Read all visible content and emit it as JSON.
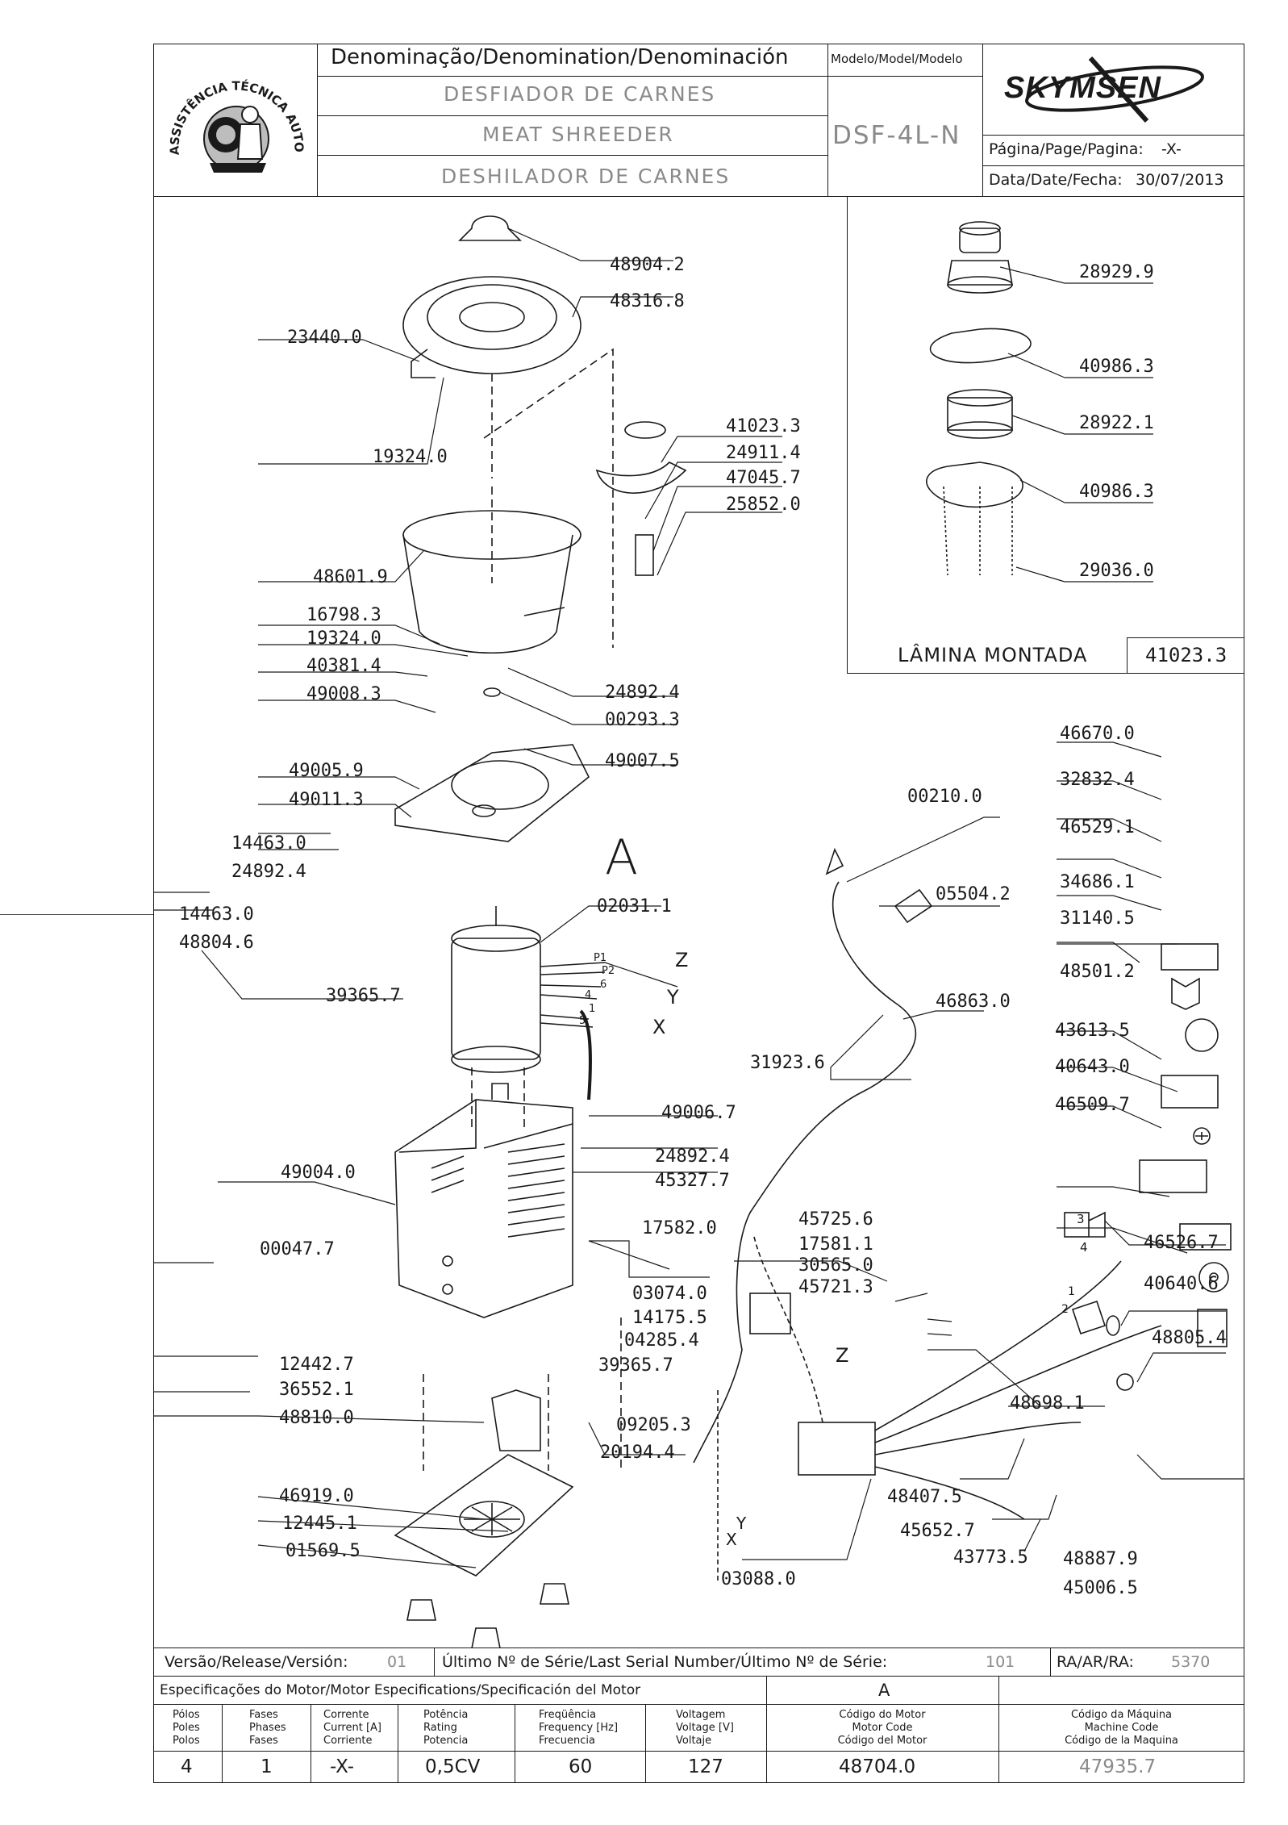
{
  "header": {
    "logo_text": "ASSISTÊNCIA TÉCNICA AUTORIZADA",
    "denomination_label": "Denominação/Denomination/Denominación",
    "name_pt": "DESFIADOR DE CARNES",
    "name_en": "MEAT SHREEDER",
    "name_es": "DESHILADOR DE CARNES",
    "model_label": "Modelo/Model/Modelo",
    "model_value": "DSF-4L-N",
    "brand": "SKYMSEN",
    "page_label": "Página/Page/Pagina:",
    "page_value": "-X-",
    "date_label": "Data/Date/Fecha:",
    "date_value": "30/07/2013"
  },
  "inset": {
    "title": "LÂMINA MONTADA",
    "code": "41023.3",
    "parts": [
      "28929.9",
      "40986.3",
      "28922.1",
      "40986.3",
      "29036.0"
    ]
  },
  "diagram": {
    "assembly_label": "A",
    "part_numbers": [
      "48904.2",
      "48316.8",
      "23440.0",
      "19324.0",
      "41023.3",
      "24911.4",
      "47045.7",
      "25852.0",
      "48601.9",
      "16798.3",
      "19324.0",
      "40381.4",
      "49008.3",
      "24892.4",
      "00293.3",
      "49007.5",
      "49005.9",
      "49011.3",
      "14463.0",
      "24892.4",
      "14463.0",
      "48804.6",
      "39365.7",
      "02031.1",
      "49006.7",
      "49004.0",
      "24892.4",
      "45327.7",
      "00047.7",
      "03074.0",
      "14175.5",
      "04285.4",
      "39365.7",
      "12442.7",
      "36552.1",
      "48810.0",
      "09205.3",
      "20194.4",
      "46919.0",
      "12445.1",
      "01569.5",
      "00210.0",
      "05504.2",
      "46863.0",
      "31923.6",
      "17582.0",
      "45725.6",
      "17581.1",
      "30565.0",
      "45721.3",
      "48698.1",
      "48407.5",
      "45652.7",
      "43773.5",
      "03088.0",
      "46670.0",
      "32832.4",
      "46529.1",
      "34686.1",
      "31140.5",
      "48501.2",
      "43613.5",
      "40643.0",
      "46509.7",
      "46526.7",
      "40640.6",
      "48805.4",
      "48887.9",
      "45006.5"
    ],
    "wire_labels": [
      "P1",
      "P2",
      "6",
      "4",
      "1",
      "5",
      "Z",
      "Y",
      "X",
      "Z",
      "Y",
      "X",
      "3",
      "4",
      "1",
      "2"
    ]
  },
  "footer": {
    "version_label": "Versão/Release/Versión:",
    "version_value": "01",
    "serial_label": "Último Nº de Série/Last Serial Number/Último Nº de Série:",
    "serial_value": "101",
    "ra_label": "RA/AR/RA:",
    "ra_value": "5370",
    "spec_title": "Especificações do Motor/Motor Especifications/Specificación del Motor",
    "motor_group": "A",
    "columns": [
      [
        "Pólos",
        "Poles",
        "Polos"
      ],
      [
        "Fases",
        "Phases",
        "Fases"
      ],
      [
        "Corrente",
        "Current [A]",
        "Corriente"
      ],
      [
        "Potência",
        "Rating",
        "Potencia"
      ],
      [
        "Freqüência",
        "Frequency [Hz]",
        "Frecuencia"
      ],
      [
        "Voltagem",
        "Voltage [V]",
        "Voltaje"
      ],
      [
        "Código do Motor",
        "Motor Code",
        "Código del Motor"
      ],
      [
        "Código da Máquina",
        "Machine Code",
        "Código de la Maquina"
      ]
    ],
    "values": [
      "4",
      "1",
      "-X-",
      "0,5CV",
      "60",
      "127",
      "48704.0",
      "47935.7"
    ]
  },
  "colors": {
    "line": "#1a1a1a",
    "muted": "#8a8a8a"
  }
}
